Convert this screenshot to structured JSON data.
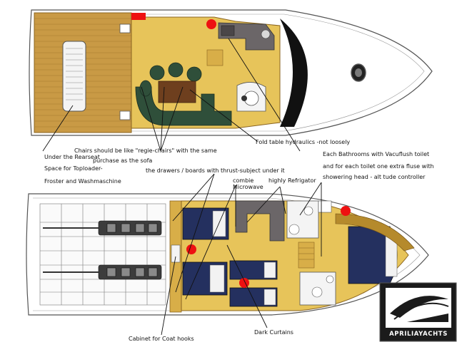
{
  "colors": {
    "hull": "#ffffff",
    "teak": "#c99a45",
    "teak_line": "#a57a2e",
    "cabin": "#e7c45a",
    "cabin_dark": "#b58a2c",
    "granite": "#6b6668",
    "sofa": "#2f4f3a",
    "bed": "#24305f",
    "table": "#6e3f1e",
    "windscreen": "#111111",
    "marker": "#ee1111",
    "logo_bg": "#1b1b1b"
  },
  "upper_deck_labels": {
    "under_seat": [
      "Under the Rearseat",
      "Space for Toploader-",
      "Froster and Washmaschine"
    ],
    "chairs": [
      "Chairs should be like \"regie-chairs\" with the same",
      "purchase as the sofa"
    ],
    "fold_table": "Fold table hydraulics -not loosely",
    "bathrooms": [
      "Each Bathrooms with Vacuflush toilet",
      "and for each toilet one extra fluse with",
      "showering head - alt tude controller"
    ]
  },
  "lower_deck_labels": {
    "drawers": "the drawers / boards with thrust-subject under it",
    "combie": [
      "combie",
      "Microwave"
    ],
    "refrigerator": "highly Refrigator",
    "cabinet": "Cabinet for Coat hooks",
    "curtains": "Dark Curtains"
  },
  "logo": {
    "name": "APRILIAYACHTS",
    "icon": "yacht-hull-swoosh-icon"
  }
}
